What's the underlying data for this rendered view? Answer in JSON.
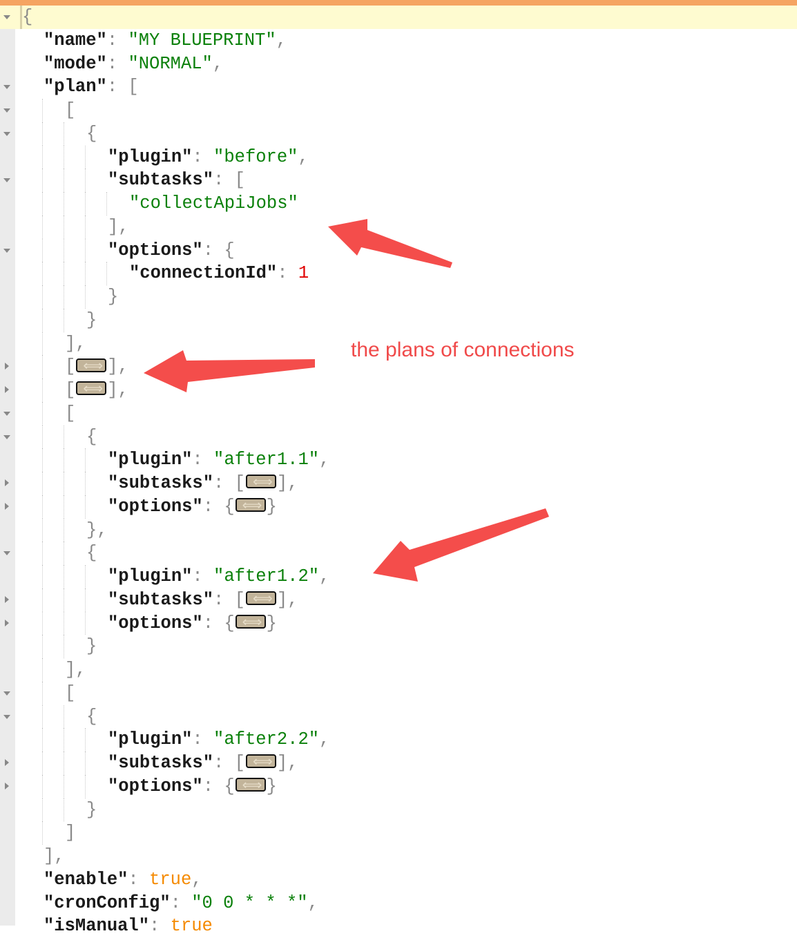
{
  "editor": {
    "lines": [
      {
        "indent": 0,
        "fold": "open",
        "tokens": [
          {
            "c": "p",
            "t": "{"
          }
        ]
      },
      {
        "indent": 1,
        "tokens": [
          {
            "c": "k",
            "t": "\"name\""
          },
          {
            "c": "p",
            "t": ": "
          },
          {
            "c": "s",
            "t": "\"MY BLUEPRINT\""
          },
          {
            "c": "p",
            "t": ","
          }
        ]
      },
      {
        "indent": 1,
        "tokens": [
          {
            "c": "k",
            "t": "\"mode\""
          },
          {
            "c": "p",
            "t": ": "
          },
          {
            "c": "s",
            "t": "\"NORMAL\""
          },
          {
            "c": "p",
            "t": ","
          }
        ]
      },
      {
        "indent": 1,
        "fold": "open",
        "tokens": [
          {
            "c": "k",
            "t": "\"plan\""
          },
          {
            "c": "p",
            "t": ": ["
          }
        ]
      },
      {
        "indent": 2,
        "fold": "open",
        "tokens": [
          {
            "c": "p",
            "t": "["
          }
        ]
      },
      {
        "indent": 3,
        "fold": "open",
        "tokens": [
          {
            "c": "p",
            "t": "{"
          }
        ]
      },
      {
        "indent": 4,
        "tokens": [
          {
            "c": "k",
            "t": "\"plugin\""
          },
          {
            "c": "p",
            "t": ": "
          },
          {
            "c": "s",
            "t": "\"before\""
          },
          {
            "c": "p",
            "t": ","
          }
        ]
      },
      {
        "indent": 4,
        "fold": "open",
        "tokens": [
          {
            "c": "k",
            "t": "\"subtasks\""
          },
          {
            "c": "p",
            "t": ": ["
          }
        ]
      },
      {
        "indent": 5,
        "tokens": [
          {
            "c": "s",
            "t": "\"collectApiJobs\""
          }
        ]
      },
      {
        "indent": 4,
        "tokens": [
          {
            "c": "p",
            "t": "],"
          }
        ]
      },
      {
        "indent": 4,
        "fold": "open",
        "tokens": [
          {
            "c": "k",
            "t": "\"options\""
          },
          {
            "c": "p",
            "t": ": {"
          }
        ]
      },
      {
        "indent": 5,
        "tokens": [
          {
            "c": "k",
            "t": "\"connectionId\""
          },
          {
            "c": "p",
            "t": ": "
          },
          {
            "c": "n",
            "t": "1"
          }
        ]
      },
      {
        "indent": 4,
        "tokens": [
          {
            "c": "p",
            "t": "}"
          }
        ]
      },
      {
        "indent": 3,
        "tokens": [
          {
            "c": "p",
            "t": "}"
          }
        ]
      },
      {
        "indent": 2,
        "tokens": [
          {
            "c": "p",
            "t": "],"
          }
        ]
      },
      {
        "indent": 2,
        "fold": "closed",
        "tokens": [
          {
            "c": "p",
            "t": "["
          },
          {
            "c": "ph",
            "t": ""
          },
          {
            "c": "p",
            "t": "],"
          }
        ]
      },
      {
        "indent": 2,
        "fold": "closed",
        "tokens": [
          {
            "c": "p",
            "t": "["
          },
          {
            "c": "ph",
            "t": ""
          },
          {
            "c": "p",
            "t": "],"
          }
        ]
      },
      {
        "indent": 2,
        "fold": "open",
        "tokens": [
          {
            "c": "p",
            "t": "["
          }
        ]
      },
      {
        "indent": 3,
        "fold": "open",
        "tokens": [
          {
            "c": "p",
            "t": "{"
          }
        ]
      },
      {
        "indent": 4,
        "tokens": [
          {
            "c": "k",
            "t": "\"plugin\""
          },
          {
            "c": "p",
            "t": ": "
          },
          {
            "c": "s",
            "t": "\"after1.1\""
          },
          {
            "c": "p",
            "t": ","
          }
        ]
      },
      {
        "indent": 4,
        "fold": "closed",
        "tokens": [
          {
            "c": "k",
            "t": "\"subtasks\""
          },
          {
            "c": "p",
            "t": ": ["
          },
          {
            "c": "ph",
            "t": ""
          },
          {
            "c": "p",
            "t": "],"
          }
        ]
      },
      {
        "indent": 4,
        "fold": "closed",
        "tokens": [
          {
            "c": "k",
            "t": "\"options\""
          },
          {
            "c": "p",
            "t": ": {"
          },
          {
            "c": "ph",
            "t": ""
          },
          {
            "c": "p",
            "t": "}"
          }
        ]
      },
      {
        "indent": 3,
        "tokens": [
          {
            "c": "p",
            "t": "},"
          }
        ]
      },
      {
        "indent": 3,
        "fold": "open",
        "tokens": [
          {
            "c": "p",
            "t": "{"
          }
        ]
      },
      {
        "indent": 4,
        "tokens": [
          {
            "c": "k",
            "t": "\"plugin\""
          },
          {
            "c": "p",
            "t": ": "
          },
          {
            "c": "s",
            "t": "\"after1.2\""
          },
          {
            "c": "p",
            "t": ","
          }
        ]
      },
      {
        "indent": 4,
        "fold": "closed",
        "tokens": [
          {
            "c": "k",
            "t": "\"subtasks\""
          },
          {
            "c": "p",
            "t": ": ["
          },
          {
            "c": "ph",
            "t": ""
          },
          {
            "c": "p",
            "t": "],"
          }
        ]
      },
      {
        "indent": 4,
        "fold": "closed",
        "tokens": [
          {
            "c": "k",
            "t": "\"options\""
          },
          {
            "c": "p",
            "t": ": {"
          },
          {
            "c": "ph",
            "t": ""
          },
          {
            "c": "p",
            "t": "}"
          }
        ]
      },
      {
        "indent": 3,
        "tokens": [
          {
            "c": "p",
            "t": "}"
          }
        ]
      },
      {
        "indent": 2,
        "tokens": [
          {
            "c": "p",
            "t": "],"
          }
        ]
      },
      {
        "indent": 2,
        "fold": "open",
        "tokens": [
          {
            "c": "p",
            "t": "["
          }
        ]
      },
      {
        "indent": 3,
        "fold": "open",
        "tokens": [
          {
            "c": "p",
            "t": "{"
          }
        ]
      },
      {
        "indent": 4,
        "tokens": [
          {
            "c": "k",
            "t": "\"plugin\""
          },
          {
            "c": "p",
            "t": ": "
          },
          {
            "c": "s",
            "t": "\"after2.2\""
          },
          {
            "c": "p",
            "t": ","
          }
        ]
      },
      {
        "indent": 4,
        "fold": "closed",
        "tokens": [
          {
            "c": "k",
            "t": "\"subtasks\""
          },
          {
            "c": "p",
            "t": ": ["
          },
          {
            "c": "ph",
            "t": ""
          },
          {
            "c": "p",
            "t": "],"
          }
        ]
      },
      {
        "indent": 4,
        "fold": "closed",
        "tokens": [
          {
            "c": "k",
            "t": "\"options\""
          },
          {
            "c": "p",
            "t": ": {"
          },
          {
            "c": "ph",
            "t": ""
          },
          {
            "c": "p",
            "t": "}"
          }
        ]
      },
      {
        "indent": 3,
        "tokens": [
          {
            "c": "p",
            "t": "}"
          }
        ]
      },
      {
        "indent": 2,
        "tokens": [
          {
            "c": "p",
            "t": "]"
          }
        ]
      },
      {
        "indent": 1,
        "tokens": [
          {
            "c": "p",
            "t": "],"
          }
        ]
      },
      {
        "indent": 1,
        "tokens": [
          {
            "c": "k",
            "t": "\"enable\""
          },
          {
            "c": "p",
            "t": ": "
          },
          {
            "c": "b",
            "t": "true"
          },
          {
            "c": "p",
            "t": ","
          }
        ]
      },
      {
        "indent": 1,
        "tokens": [
          {
            "c": "k",
            "t": "\"cronConfig\""
          },
          {
            "c": "p",
            "t": ": "
          },
          {
            "c": "s",
            "t": "\"0 0 * * *\""
          },
          {
            "c": "p",
            "t": ","
          }
        ]
      },
      {
        "indent": 1,
        "tokens": [
          {
            "c": "k",
            "t": "\"isManual\""
          },
          {
            "c": "p",
            "t": ": "
          },
          {
            "c": "b",
            "t": "true"
          }
        ]
      }
    ]
  },
  "annotation": {
    "text": "the plans of connections",
    "color": "#f04a4a"
  },
  "colors": {
    "accent_bar": "#f5a462",
    "arrow": "#f44d4b",
    "string": "#0a800a",
    "number": "#e00000",
    "boolean": "#f58a00"
  }
}
